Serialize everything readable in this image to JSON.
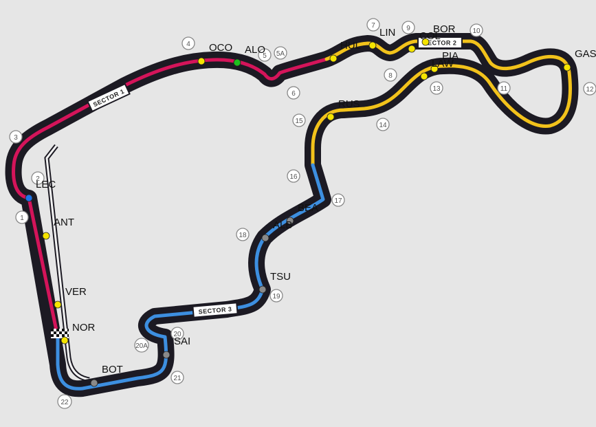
{
  "colors": {
    "background": "#e6e6e6",
    "track_outline": "#1c1a23",
    "sector1": "#d4145a",
    "sector2": "#f2c21b",
    "sector3": "#3d8fe0"
  },
  "sectors": [
    {
      "id": "s1",
      "label": "SECTOR 1"
    },
    {
      "id": "s2",
      "label": "SECTOR 2"
    },
    {
      "id": "s3",
      "label": "SECTOR 3"
    }
  ],
  "turns": [
    "1",
    "2",
    "3",
    "4",
    "5",
    "5A",
    "6",
    "7",
    "8",
    "9",
    "10",
    "11",
    "12",
    "13",
    "14",
    "15",
    "16",
    "17",
    "18",
    "19",
    "20",
    "20A",
    "21",
    "22"
  ],
  "drivers": [
    {
      "code": "OCO",
      "dot_color": "#f5e400"
    },
    {
      "code": "ALO",
      "dot_color": "#1ec01e"
    },
    {
      "code": "HUL",
      "dot_color": "#f5e400"
    },
    {
      "code": "LIN",
      "dot_color": "#f5e400"
    },
    {
      "code": "BOR",
      "dot_color": "#f5e400"
    },
    {
      "code": "COL",
      "dot_color": "#f5e400"
    },
    {
      "code": "PIA",
      "dot_color": "#f5e400"
    },
    {
      "code": "LAW",
      "dot_color": "#f5e400"
    },
    {
      "code": "GAS",
      "dot_color": "#f5e400"
    },
    {
      "code": "RUS",
      "dot_color": "#f5e400"
    },
    {
      "code": "BEA",
      "dot_color": "#8a8a8a"
    },
    {
      "code": "ALB",
      "dot_color": "#8a8a8a"
    },
    {
      "code": "TSU",
      "dot_color": "#8a8a8a"
    },
    {
      "code": "SAI",
      "dot_color": "#8a8a8a"
    },
    {
      "code": "BOT",
      "dot_color": "#8a8a8a"
    },
    {
      "code": "NOR",
      "dot_color": "#f5e400"
    },
    {
      "code": "VER",
      "dot_color": "#f5e400"
    },
    {
      "code": "ANT",
      "dot_color": "#f5e400"
    },
    {
      "code": "LEC",
      "dot_color": "#1e73e8"
    }
  ]
}
